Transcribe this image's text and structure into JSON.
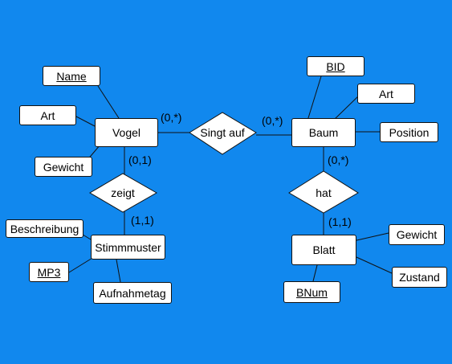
{
  "colors": {
    "background": "#1188ee",
    "box_fill": "#ffffff",
    "line": "#111111"
  },
  "entities": {
    "vogel": "Vogel",
    "baum": "Baum",
    "stimmmuster": "Stimmmuster",
    "blatt": "Blatt"
  },
  "attributes": {
    "vogel_name": "Name",
    "vogel_art": "Art",
    "vogel_gewicht": "Gewicht",
    "baum_bid": "BID",
    "baum_art": "Art",
    "baum_position": "Position",
    "stimm_beschreibung": "Beschreibung",
    "stimm_mp3": "MP3",
    "stimm_aufnahmetag": "Aufnahmetag",
    "blatt_gewicht": "Gewicht",
    "blatt_zustand": "Zustand",
    "blatt_bnum": "BNum"
  },
  "relationships": {
    "singt_auf": "Singt auf",
    "zeigt": "zeigt",
    "hat": "hat"
  },
  "cardinalities": {
    "vogel_singt": "(0,*)",
    "baum_singt": "(0,*)",
    "vogel_zeigt": "(0,1)",
    "stimm_zeigt": "(1,1)",
    "baum_hat": "(0,*)",
    "blatt_hat": "(1,1)"
  }
}
